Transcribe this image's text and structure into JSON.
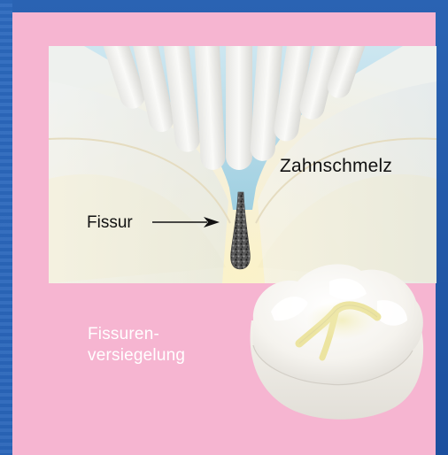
{
  "labels": {
    "enamel": "Zahnschmelz",
    "fissure": "Fissur",
    "sealant_line1": "Fissuren-",
    "sealant_line2": "versiegelung"
  },
  "colors": {
    "frame_blue": "#1f57a8",
    "panel_pink": "#f6b5d1",
    "sealant_text": "#ffffff",
    "label_text": "#111111",
    "sealant_blue": "#9fd3ea",
    "tooth_white": "#f7f4ec",
    "dentin_yellow": "#f2eab8"
  },
  "icons": {
    "arrow": "right-arrow-icon",
    "tooth": "molar-tooth-icon"
  }
}
